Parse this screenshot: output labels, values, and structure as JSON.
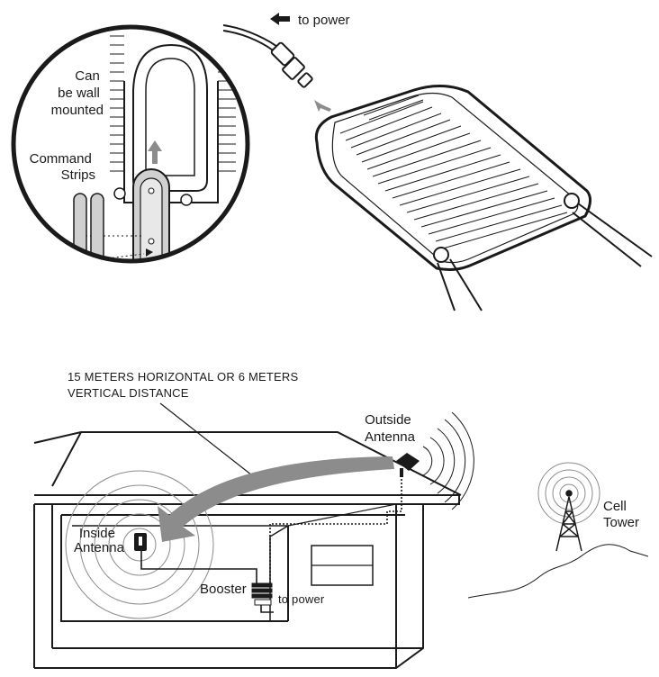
{
  "top": {
    "power_label": "to power",
    "wall_mount_label": [
      "Can",
      "be wall",
      "mounted"
    ],
    "strips_label": [
      "Command",
      "Strips"
    ]
  },
  "bottom": {
    "distance_label": [
      "15 METERS HORIZONTAL OR 6 METERS",
      "VERTICAL DISTANCE"
    ],
    "outside_antenna_label": [
      "Outside",
      "Antenna"
    ],
    "inside_antenna_label": [
      "Inside",
      "Antenna"
    ],
    "booster_label": "Booster",
    "booster_power_label": "to power",
    "tower_label": [
      "Cell",
      "Tower"
    ]
  },
  "icons": [
    "arrow-left-icon",
    "arrow-up-icon",
    "curved-arrow-icon",
    "cell-tower-icon"
  ],
  "colors": {
    "ink": "#1a1a1a",
    "arrow_gray": "#8c8c8c",
    "background": "#ffffff"
  }
}
